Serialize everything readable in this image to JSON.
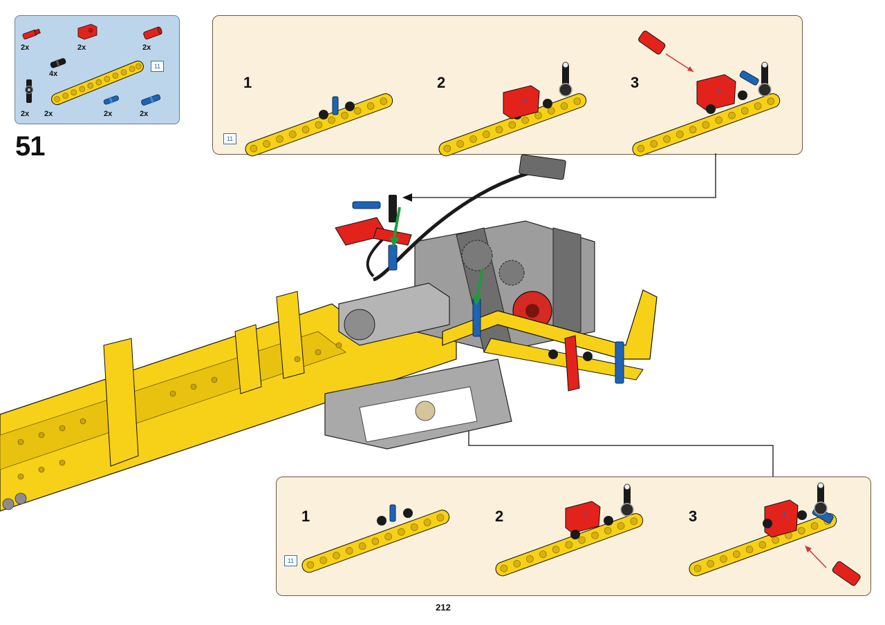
{
  "parts_list": {
    "items": [
      {
        "part": "red axle pin",
        "qty": "2x"
      },
      {
        "part": "red connector",
        "qty": "2x"
      },
      {
        "part": "red axle connector",
        "qty": "2x"
      },
      {
        "part": "black friction pin",
        "qty": "4x"
      },
      {
        "part": "black axle joiner",
        "qty": "2x"
      },
      {
        "part": "yellow beam 11",
        "qty": "2x"
      },
      {
        "part": "blue pin",
        "qty": "2x"
      },
      {
        "part": "blue axle pin",
        "qty": "2x"
      }
    ],
    "beam_ref": "11"
  },
  "step": {
    "number": "51"
  },
  "top_callout": {
    "substeps": [
      "1",
      "2",
      "3"
    ],
    "beam_ref": "11"
  },
  "bottom_callout": {
    "substeps": [
      "1",
      "2",
      "3"
    ],
    "beam_ref": "11"
  },
  "page": {
    "number": "212"
  },
  "colors": {
    "lego_yellow": "#f7d117",
    "lego_red": "#e3231b",
    "lego_blue": "#1f63b3",
    "lego_black": "#1a1a1a",
    "lego_gray": "#8c8c8c",
    "lego_dark_gray": "#5b5b5b",
    "callout_bg": "#fbf0dc",
    "parts_bg": "#bcd5ea",
    "arrow_green": "#1f9b3e"
  }
}
